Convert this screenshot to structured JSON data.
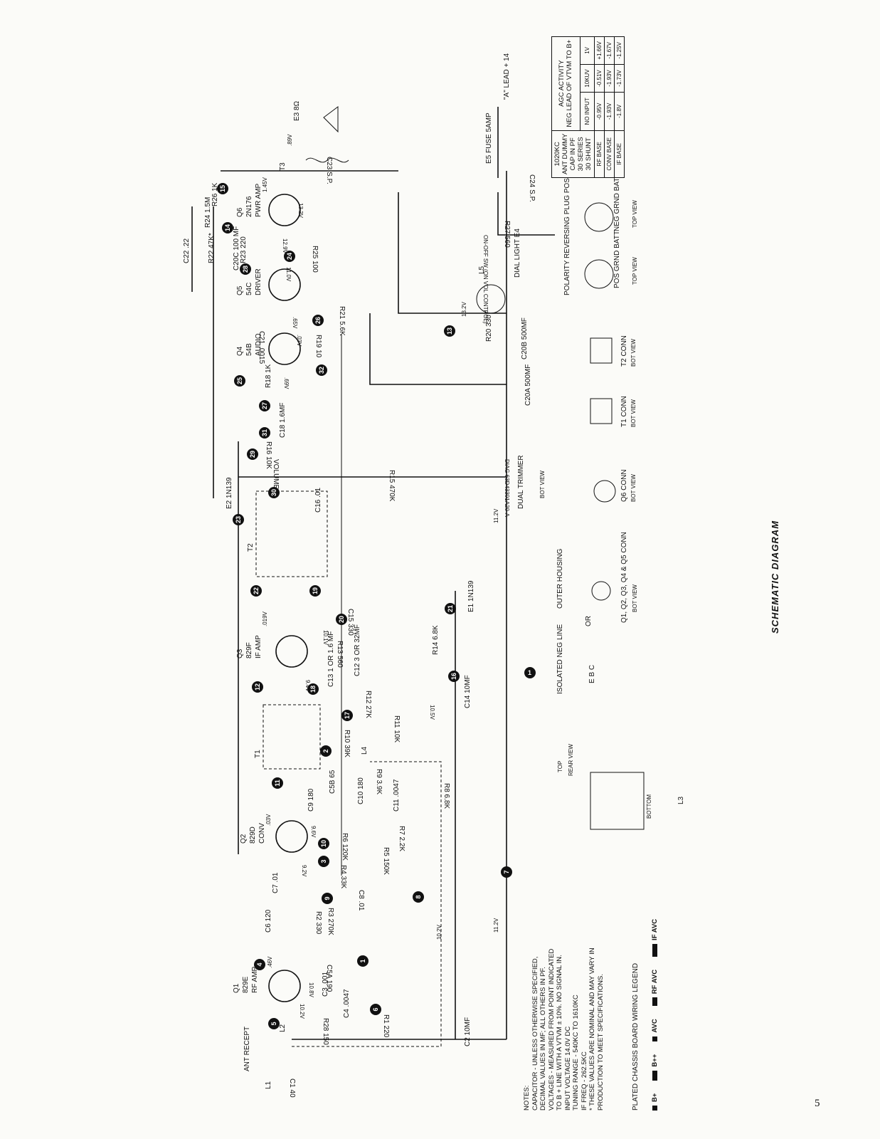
{
  "title": "SCHEMATIC DIAGRAM",
  "page_number": "5",
  "notes": {
    "heading": "NOTES:",
    "lines": [
      "CAPACITOR - UNLESS OTHERWISE SPECIFIED,",
      "DECIMAL VALUES IN MF; ALL OTHERS IN PF.",
      "VOLTAGES - MEASURED FROM POINT INDICATED",
      "TO B + LINE WITH A VTVM ± 10%.  NO SIGNAL IN.",
      "INPUT VOLTAGE 14.0V DC",
      "TUNING RANGE - 540KC TO 1610KC",
      "IF FREQ - 262.5KC",
      "* THESE VALUES ARE NOMINAL AND MAY VARY IN",
      "PRODUCTION TO MEET SPECIFICATIONS."
    ]
  },
  "legend": {
    "title": "PLATED CHASSIS BOARD WIRING LEGEND",
    "items": [
      "B+",
      "B++",
      "AVC",
      "RF AVC",
      "IF AVC"
    ]
  },
  "agc_table": {
    "title_line1": "AGC ACTIVITY",
    "title_line2": "NEG LEAD OF VTVM TO B+",
    "corner": [
      "1020KC",
      "ANT DUMMY",
      "CAP IN PF",
      "30 SERIES",
      "30 SHUNT"
    ],
    "columns": [
      "NO INPUT",
      "10KUV",
      "1V"
    ],
    "rows": [
      {
        "label": "RF BASE",
        "values": [
          "-0.95V",
          "-0.51V",
          "+1.66V"
        ]
      },
      {
        "label": "CONV BASE",
        "values": [
          "-1.93V",
          "-1.93V",
          "-1.67V"
        ]
      },
      {
        "label": "IF BASE",
        "values": [
          "-1.8V",
          "-1.73V",
          "-1.25V"
        ]
      }
    ]
  },
  "transistors": [
    {
      "ref": "Q1",
      "type": "829E",
      "function": "RF AMP"
    },
    {
      "ref": "Q2",
      "type": "829D",
      "function": "CONV"
    },
    {
      "ref": "Q3",
      "type": "829F",
      "function": "IF AMP"
    },
    {
      "ref": "Q4",
      "type": "54B",
      "function": "AUDIO"
    },
    {
      "ref": "Q5",
      "type": "54C",
      "function": "DRIVER"
    },
    {
      "ref": "Q6",
      "type": "2N176",
      "function": "PWR AMP"
    }
  ],
  "components": {
    "r1": "R1 220",
    "r2": "R2 330",
    "r3": "R3 270K",
    "r4": "R4 33K",
    "r5": "R5 150K",
    "r6": "R6 120K",
    "r7": "R7 2.2K",
    "r8": "R8 6.8K",
    "r9": "R9 3.9K",
    "r10": "R10 39K",
    "r11": "R11 10K",
    "r12": "R12 27K",
    "r13": "R13 560",
    "r14": "R14 6.8K",
    "r15": "R15 470K",
    "r16": "R16 10K",
    "r18": "R18 1K",
    "r19": "R19 10",
    "r20": "R20 330",
    "r21": "R21 5.6K",
    "r22": "R22 47K*",
    "r23": "R23 220",
    "r24": "R24 1.5M",
    "r25": "R25 100",
    "r26": "R26 1K",
    "r27": "R27 560",
    "r28": "R28 150",
    "c1": "C1 40",
    "c2": "C2 10MF",
    "c3": "C3 .001",
    "c4": "C4 .0047",
    "c5a": "C5A 190",
    "c5b": "C5B 65",
    "c6": "C6 120",
    "c7": "C7 .01",
    "c8": "C8 .01",
    "c9": "C9 180",
    "c10": "C10 180",
    "c11": "C11 .0047",
    "c12": "C12 3 OR 32MF",
    "c13": "C13 1 OR 1.6 MF",
    "c14": "C14 10MF",
    "c15": "C15 330",
    "c16": "C16 .01",
    "c18": "C18 1.6MF",
    "c20a": "C20A 500MF",
    "c20b": "C20B 500MF",
    "c20c": "C20C 100 MF",
    "c21": "C21 .0015",
    "c22": "C22 .22",
    "c23": "C23 S.P.",
    "c24": "C24 S.P.",
    "e1": "E1 1N139",
    "e2": "E2 1N139",
    "e3": "E3 8Ω",
    "e4": "DIAL LIGHT E4",
    "e5": "E5 FUSE 5AMP",
    "volume": "VOLUME",
    "diag": "DIAG 63D43301A20-A",
    "t1": "T1",
    "t2": "T2",
    "t3": "T3",
    "l1": "L1",
    "l2": "L2",
    "l3": "L3",
    "l4": "L4",
    "l5": "L5",
    "a_lead": "\"A\" LEAD + 14",
    "switch": "ON-OFF SW (ON VOL CONTROL)",
    "ant": "ANT RECEPT",
    "isolated": "ISOLATED NEG LINE",
    "outer": "OUTER HOUSING",
    "polarity": "POLARITY REVERSING PLUG POSITIONS",
    "pos_batt": "POS GRND BATT",
    "neg_batt": "NEG GRND BATT",
    "top_view": "TOP VIEW",
    "bot_view": "BOT VIEW",
    "trimmer": "DUAL TRIMMER",
    "q_conn": "Q1, Q2, Q3, Q4 & Q5 CONN",
    "q6_conn": "Q6 CONN",
    "t1_conn": "T1 CONN",
    "t2_conn": "T2 CONN",
    "ebc": "E B C",
    "or": "OR",
    "rear_view": "REAR VIEW",
    "top": "TOP",
    "bottom": "BOTTOM"
  },
  "voltages": {
    "v1": "10.8V",
    "v2": "10.2V",
    "v3": "9.2V",
    "v4": "9.6V",
    "v5": ".03V",
    "v6": ".46V",
    "v7": "9.4V",
    "v8": "10.1V",
    "v9": ".019V",
    "v10": "10.5V",
    "v11": "11.2V",
    "v12": "10.2V",
    "v13": ".69V",
    "v14": ".03V",
    "v15": ".65V",
    "v16": "11.0V",
    "v17": "12.9V",
    "v18": "13.2V",
    "v19": "1.45V",
    "v20": ".89V",
    "v21": "13.2V",
    "v22": "11.2V"
  },
  "nodes": [
    "1",
    "2",
    "3",
    "4",
    "5",
    "6",
    "7",
    "8",
    "9",
    "10",
    "11",
    "12",
    "13",
    "14",
    "15",
    "16",
    "17",
    "18",
    "19",
    "20",
    "21",
    "22",
    "23",
    "24",
    "25",
    "26",
    "27",
    "28",
    "29",
    "30",
    "31",
    "32"
  ]
}
